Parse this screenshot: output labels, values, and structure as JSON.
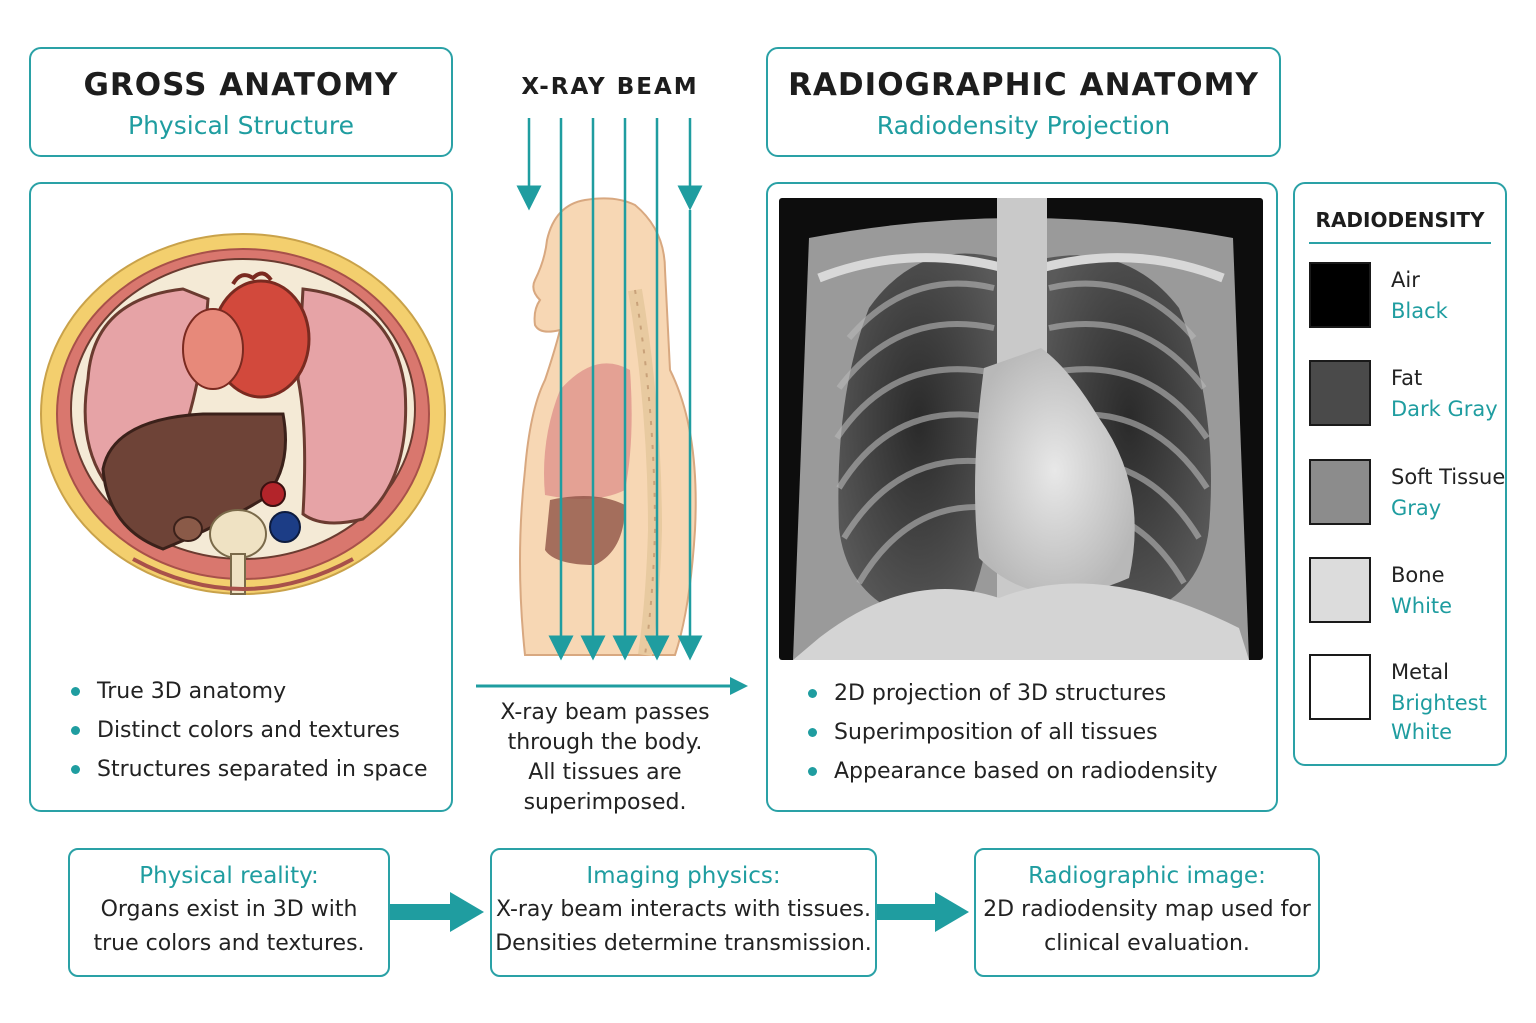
{
  "left": {
    "title": "GROSS ANATOMY",
    "subtitle": "Physical Structure",
    "bullets": [
      "True 3D anatomy",
      "Distinct colors and textures",
      "Structures separated in space"
    ]
  },
  "middle": {
    "beam_label": "X-RAY BEAM",
    "caption": [
      "X-ray beam passes",
      "through the body.",
      "All tissues are",
      "superimposed."
    ]
  },
  "right": {
    "title": "RADIOGRAPHIC ANATOMY",
    "subtitle": "Radiodensity Projection",
    "bullets": [
      "2D projection of 3D structures",
      "Superimposition of all tissues",
      "Appearance based on radiodensity"
    ]
  },
  "legend": {
    "title": "RADIODENSITY",
    "items": [
      {
        "name": "Air",
        "desc": "Black",
        "color": "#000000"
      },
      {
        "name": "Fat",
        "desc": "Dark Gray",
        "color": "#4a4a4a"
      },
      {
        "name": "Soft Tissue",
        "desc": "Gray",
        "color": "#8c8c8c"
      },
      {
        "name": "Bone",
        "desc": "White",
        "color": "#dcdcdc"
      },
      {
        "name": "Metal",
        "desc": "Brightest White",
        "color": "#ffffff"
      }
    ]
  },
  "flow": [
    {
      "title": "Physical reality:",
      "lines": [
        "Organs exist in 3D with",
        "true colors and textures."
      ]
    },
    {
      "title": "Imaging physics:",
      "lines": [
        "X-ray beam interacts with tissues.",
        "Densities determine transmission."
      ]
    },
    {
      "title": "Radiographic image:",
      "lines": [
        "2D radiodensity map used for",
        "clinical evaluation."
      ]
    }
  ],
  "colors": {
    "accent": "#2aa1a6",
    "accent_text": "#1f9da0"
  }
}
